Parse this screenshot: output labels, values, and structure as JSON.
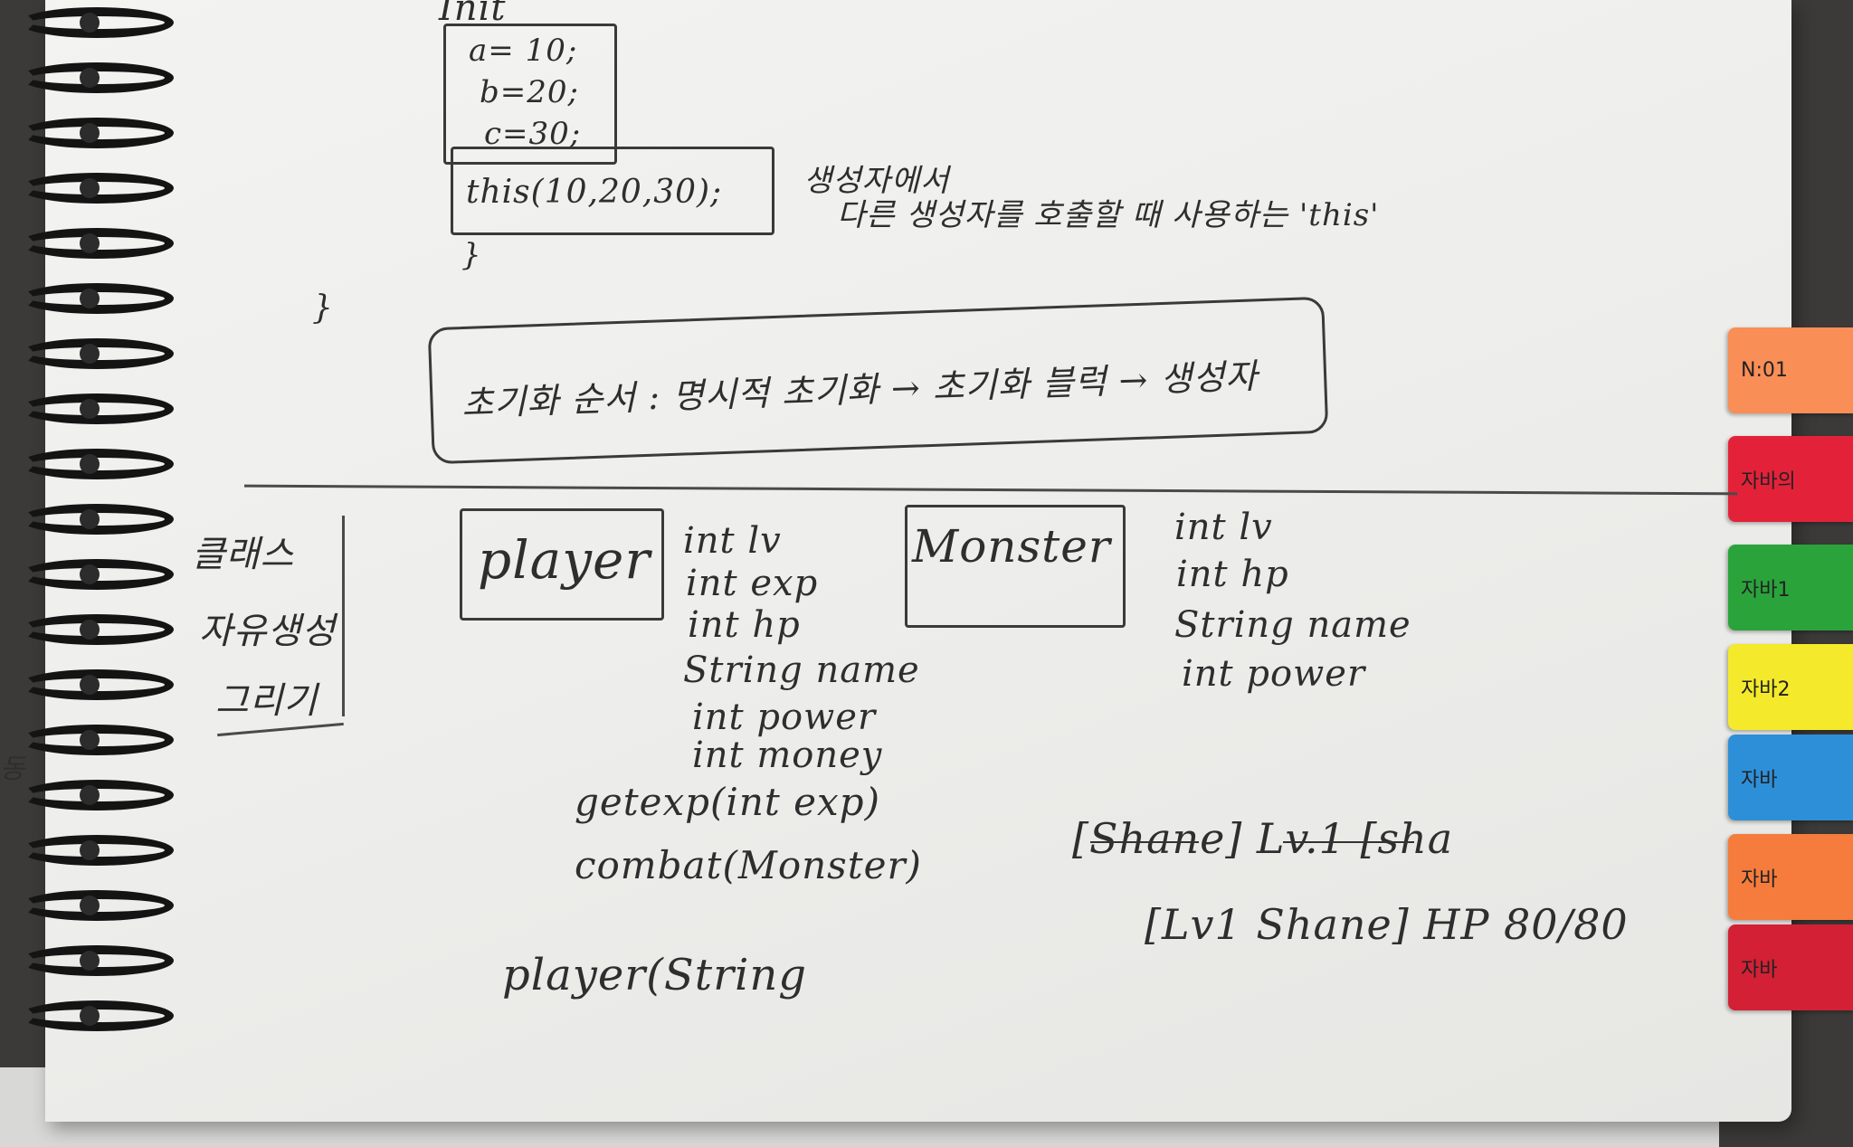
{
  "constructor_code": {
    "init_label": "Init",
    "lines": [
      "a= 10;",
      "b=20;",
      "c=30;"
    ],
    "this_call": "this(10,20,30);",
    "close_brace": "}",
    "outer_brace": "}"
  },
  "this_note": {
    "line1": "생성자에서",
    "line2": "다른 생성자를 호출할 때 사용하는 'this'"
  },
  "init_order": {
    "text": "초기화 순서 : 명시적 초기화 → 초기화 블럭 → 생성자"
  },
  "class_section": {
    "side_label": [
      "클래스",
      "자유생성",
      "그리기"
    ],
    "player": {
      "name": "player",
      "fields": [
        "int lv",
        "int exp",
        "int hp",
        "String name",
        "int power",
        "int money"
      ],
      "methods": [
        "getexp(int exp)",
        "combat(Monster)"
      ],
      "constructor": "player(String"
    },
    "monster": {
      "name": "Monster",
      "fields": [
        "int lv",
        "int hp",
        "String name",
        "int power"
      ]
    },
    "output_lines": [
      "[Shane] Lv.1 [sha",
      "[Lv1 Shane] HP 80/80"
    ]
  },
  "side_margin_text": "동",
  "tabs": [
    {
      "label": "N:01",
      "color": "#f98e57"
    },
    {
      "label": "자바의",
      "color": "#e3223a"
    },
    {
      "label": "자바1",
      "color": "#2aa33b"
    },
    {
      "label": "자바2",
      "color": "#f4ea2b"
    },
    {
      "label": "자바",
      "color": "#2e8fd9"
    },
    {
      "label": "자바",
      "color": "#f57c3c"
    },
    {
      "label": "자바",
      "color": "#d32035"
    }
  ]
}
